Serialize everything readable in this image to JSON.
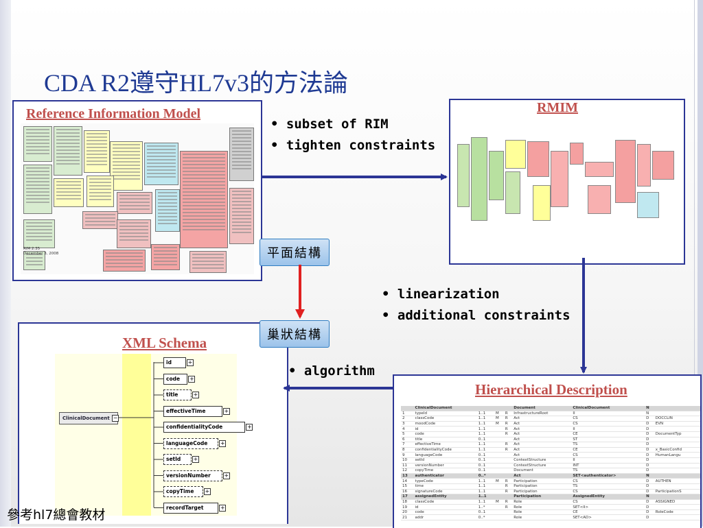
{
  "title": "CDA R2遵守HL7v3的方法論",
  "panels": {
    "rim": {
      "label": "Reference Information Model",
      "caption_line1": "RIM 2.35",
      "caption_line2": "December 3, 2008"
    },
    "rmim": {
      "label": "RMIM"
    },
    "xml": {
      "label": "XML Schema"
    },
    "hier": {
      "label": "Hierarchical Description"
    }
  },
  "bullets_top": [
    "subset of RIM",
    "tighten constraints"
  ],
  "bullets_mid": [
    "linearization",
    "additional constraints"
  ],
  "bullets_bottom": [
    "algorithm"
  ],
  "tags": {
    "flat": "平面結構",
    "nested": "巢狀結構"
  },
  "footer": "參考hl7總會教材",
  "xml_schema": {
    "root": "ClinicalDocument",
    "elements": [
      {
        "name": "id",
        "optional": false
      },
      {
        "name": "code",
        "optional": false
      },
      {
        "name": "title",
        "optional": true
      },
      {
        "name": "effectiveTime",
        "optional": false
      },
      {
        "name": "confidentialityCode",
        "optional": false
      },
      {
        "name": "languageCode",
        "optional": true
      },
      {
        "name": "setId",
        "optional": true
      },
      {
        "name": "versionNumber",
        "optional": true
      },
      {
        "name": "copyTime",
        "optional": true
      },
      {
        "name": "recordTarget",
        "optional": false
      }
    ]
  },
  "hier_table": {
    "header": [
      "",
      "ClinicalDocument",
      "",
      "",
      "",
      "Document",
      "ClinicalDocument",
      "N",
      ""
    ],
    "rows": [
      [
        "1",
        "typeId",
        "1..1",
        "M",
        "R",
        "InfrastructureRoot",
        "II",
        "N",
        ""
      ],
      [
        "2",
        "classCode",
        "1..1",
        "M",
        "R",
        "Act",
        "CS",
        "D",
        "DOCCLIN"
      ],
      [
        "3",
        "moodCode",
        "1..1",
        "M",
        "R",
        "Act",
        "CS",
        "D",
        "EVN"
      ],
      [
        "4",
        "id",
        "1..1",
        "",
        "R",
        "Act",
        "II",
        "D",
        ""
      ],
      [
        "5",
        "code",
        "1..1",
        "",
        "R",
        "Act",
        "CE",
        "D",
        "DocumentTyp"
      ],
      [
        "6",
        "title",
        "0..1",
        "",
        "",
        "Act",
        "ST",
        "D",
        ""
      ],
      [
        "7",
        "effectiveTime",
        "1..1",
        "",
        "R",
        "Act",
        "TS",
        "D",
        ""
      ],
      [
        "8",
        "confidentialityCode",
        "1..1",
        "",
        "R",
        "Act",
        "CE",
        "D",
        "x_BasicConfid"
      ],
      [
        "9",
        "languageCode",
        "0..1",
        "",
        "",
        "Act",
        "CS",
        "D",
        "HumanLangu"
      ],
      [
        "10",
        "setId",
        "0..1",
        "",
        "",
        "ContextStructure",
        "II",
        "D",
        ""
      ],
      [
        "11",
        "versionNumber",
        "0..1",
        "",
        "",
        "ContextStructure",
        "INT",
        "D",
        ""
      ],
      [
        "12",
        "copyTime",
        "0..1",
        "",
        "",
        "Document",
        "TS",
        "D",
        ""
      ],
      [
        "13",
        "authenticator",
        "0..*",
        "",
        "",
        "Act",
        "SET<authenticator>",
        "N",
        ""
      ],
      [
        "14",
        "typeCode",
        "1..1",
        "M",
        "R",
        "Participation",
        "CS",
        "D",
        "AUTHEN"
      ],
      [
        "15",
        "time",
        "1..1",
        "",
        "R",
        "Participation",
        "TS",
        "D",
        ""
      ],
      [
        "16",
        "signatureCode",
        "1..1",
        "",
        "R",
        "Participation",
        "CS",
        "D",
        "ParticipationS"
      ],
      [
        "17",
        "assignedEntity",
        "1..1",
        "",
        "",
        "Participation",
        "AssignedEntity",
        "N",
        ""
      ],
      [
        "18",
        "classCode",
        "1..1",
        "M",
        "R",
        "Role",
        "CS",
        "D",
        "ASSIGNED"
      ],
      [
        "19",
        "id",
        "1..*",
        "",
        "R",
        "Role",
        "SET<II>",
        "D",
        ""
      ],
      [
        "20",
        "code",
        "0..1",
        "",
        "",
        "Role",
        "CE",
        "D",
        "RoleCode"
      ],
      [
        "21",
        "addr",
        "0..*",
        "",
        "",
        "Role",
        "SET<AD>",
        "D",
        ""
      ]
    ],
    "highlight_rows": [
      13,
      17
    ]
  },
  "colors": {
    "title": "#1f3a93",
    "panel_border": "#2b3595",
    "label_red": "#c0504d",
    "arrow_red": "#e02020",
    "arrow_blue": "#2b3595"
  }
}
